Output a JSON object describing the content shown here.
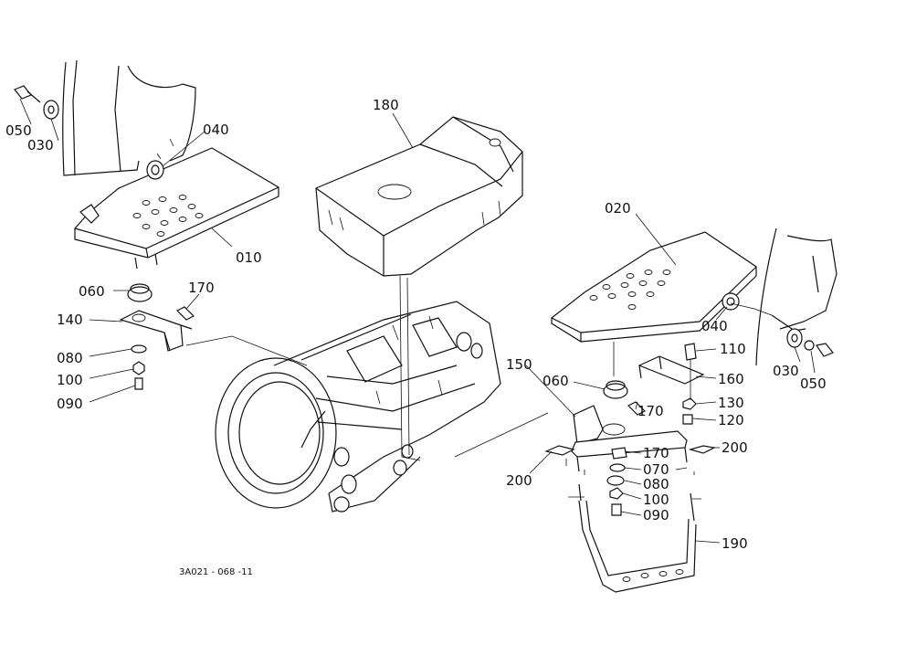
{
  "callouts": [
    {
      "id": "050-left",
      "text": "050"
    },
    {
      "id": "030-left",
      "text": "030"
    },
    {
      "id": "040-left",
      "text": "040"
    },
    {
      "id": "180",
      "text": "180"
    },
    {
      "id": "010",
      "text": "010"
    },
    {
      "id": "060-left",
      "text": "060"
    },
    {
      "id": "170-left",
      "text": "170"
    },
    {
      "id": "140",
      "text": "140"
    },
    {
      "id": "080-left",
      "text": "080"
    },
    {
      "id": "100-left",
      "text": "100"
    },
    {
      "id": "090-left",
      "text": "090"
    },
    {
      "id": "020",
      "text": "020"
    },
    {
      "id": "040-right",
      "text": "040"
    },
    {
      "id": "110",
      "text": "110"
    },
    {
      "id": "030-right",
      "text": "030"
    },
    {
      "id": "050-right",
      "text": "050"
    },
    {
      "id": "150",
      "text": "150"
    },
    {
      "id": "060-right",
      "text": "060"
    },
    {
      "id": "160",
      "text": "160"
    },
    {
      "id": "170-right",
      "text": "170"
    },
    {
      "id": "130",
      "text": "130"
    },
    {
      "id": "120",
      "text": "120"
    },
    {
      "id": "170-mid",
      "text": "170"
    },
    {
      "id": "200-right",
      "text": "200"
    },
    {
      "id": "070",
      "text": "070"
    },
    {
      "id": "200-left",
      "text": "200"
    },
    {
      "id": "080-right",
      "text": "080"
    },
    {
      "id": "100-right",
      "text": "100"
    },
    {
      "id": "090-right",
      "text": "090"
    },
    {
      "id": "190",
      "text": "190"
    }
  ],
  "drawing_code": "3A021 - 068 -11"
}
